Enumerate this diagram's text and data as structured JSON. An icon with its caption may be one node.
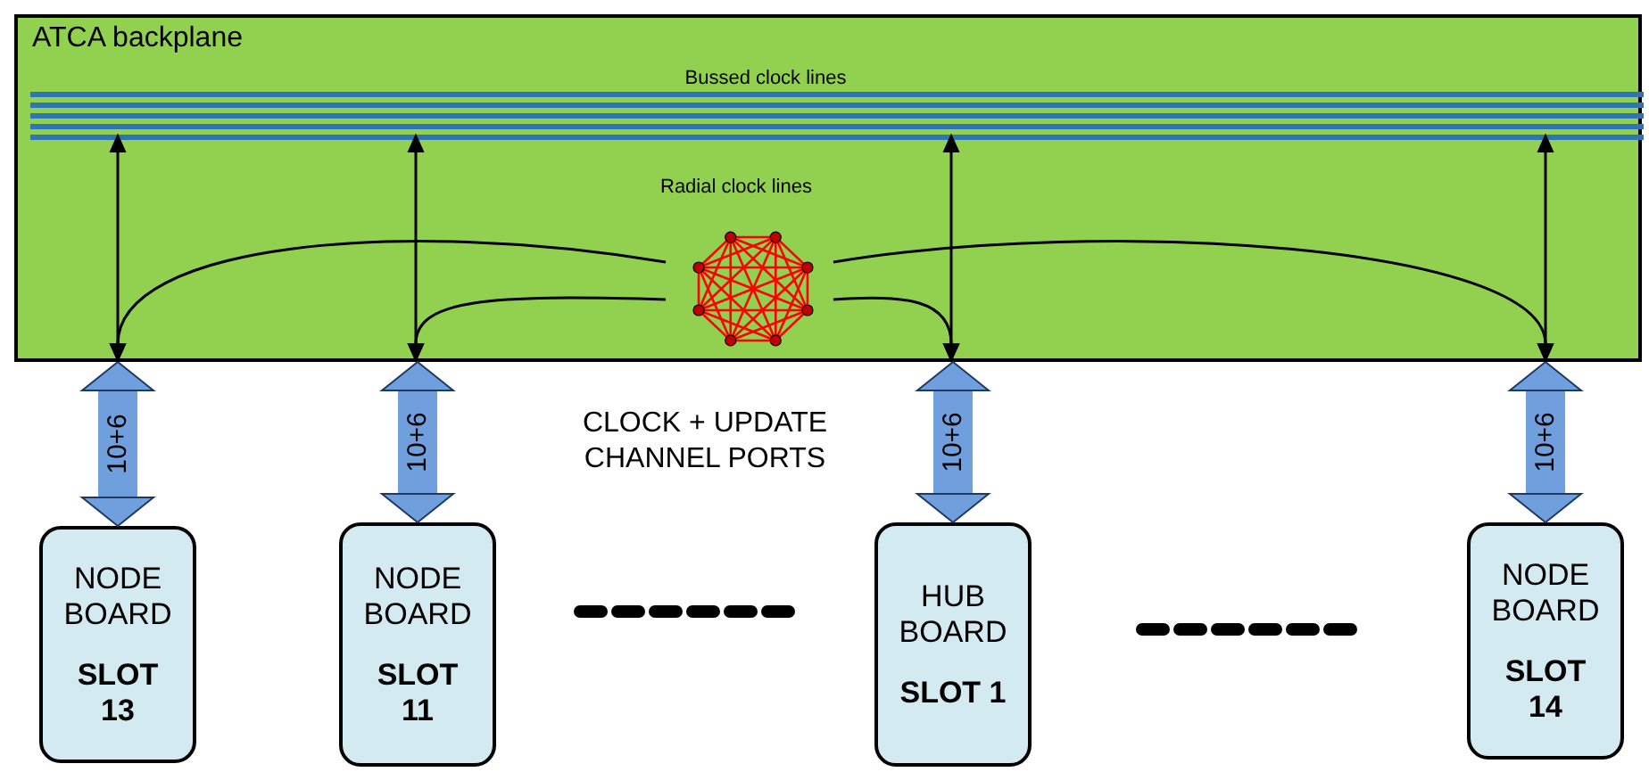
{
  "diagram": {
    "nodes": [
      {
        "text": [
          "ATCA backplane"
        ]
      },
      {
        "text": [
          "Bussed clock lines"
        ],
        "in": 0
      },
      {
        "text": [
          "Radial clock lines"
        ],
        "in": 0
      },
      {
        "text": [
          "NODE BOARD",
          "SLOT 13"
        ]
      },
      {
        "text": [
          "NODE BOARD",
          "SLOT 11"
        ]
      },
      {
        "text": [
          "HUB BOARD",
          "SLOT 1"
        ]
      },
      {
        "text": [
          "NODE BOARD",
          "SLOT 14"
        ]
      }
    ],
    "edges": [
      {
        "from": 0,
        "to": 3,
        "arrow": "both",
        "label": "10+6",
        "style": "thick",
        "color": "#6f9fdc"
      },
      {
        "from": 0,
        "to": 4,
        "arrow": "both",
        "label": "10+6",
        "style": "thick",
        "color": "#6f9fdc"
      },
      {
        "from": 0,
        "to": 5,
        "arrow": "both",
        "label": "10+6",
        "style": "thick",
        "color": "#6f9fdc"
      },
      {
        "from": 0,
        "to": 6,
        "arrow": "both",
        "label": "10+6",
        "style": "thick",
        "color": "#6f9fdc"
      },
      {
        "from": 1,
        "to": null,
        "arrow": "both"
      },
      {
        "from": 1,
        "to": null,
        "arrow": "both"
      },
      {
        "from": 1,
        "to": null,
        "arrow": "both"
      },
      {
        "from": 1,
        "to": null,
        "arrow": "both"
      },
      {
        "from": 2,
        "to": null,
        "arrow": "to"
      },
      {
        "from": 2,
        "to": null,
        "arrow": "to"
      },
      {
        "from": 2,
        "to": null,
        "arrow": "to"
      },
      {
        "from": 2,
        "to": null,
        "arrow": "to"
      }
    ],
    "labels": [
      "CLOCK + UPDATE CHANNEL PORTS"
    ]
  }
}
